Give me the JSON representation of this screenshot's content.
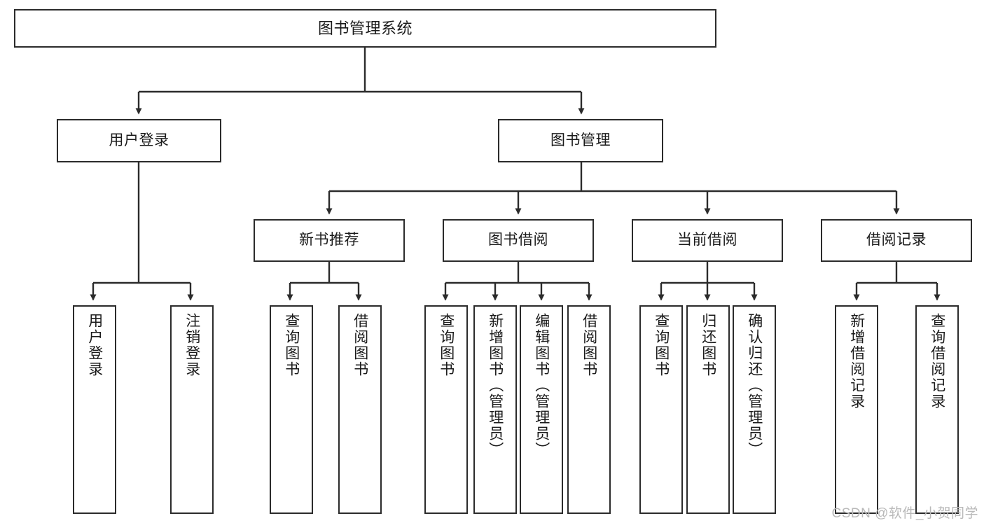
{
  "diagram": {
    "type": "tree-hierarchy",
    "title": "图书管理系统",
    "colors": {
      "border": "#2b2b2b",
      "fill": "#ffffff",
      "text": "#1a1a1a",
      "edge": "#2b2b2b",
      "watermark": "#b9b9b9"
    },
    "nodes": {
      "root": {
        "label": "图书管理系统"
      },
      "level2": [
        {
          "label": "用户登录"
        },
        {
          "label": "图书管理"
        }
      ],
      "level3": [
        {
          "label": "新书推荐"
        },
        {
          "label": "图书借阅"
        },
        {
          "label": "当前借阅"
        },
        {
          "label": "借阅记录"
        }
      ],
      "leaves": {
        "user_login": [
          {
            "label": "用户登录"
          },
          {
            "label": "注销登录"
          }
        ],
        "new_book_recommend": [
          {
            "label": "查询图书"
          },
          {
            "label": "借阅图书"
          }
        ],
        "book_borrow": [
          {
            "label": "查询图书"
          },
          {
            "label": "新增图书（管理员）"
          },
          {
            "label": "编辑图书（管理员）"
          },
          {
            "label": "借阅图书"
          }
        ],
        "current_borrow": [
          {
            "label": "查询图书"
          },
          {
            "label": "归还图书"
          },
          {
            "label": "确认归还（管理员）"
          }
        ],
        "borrow_record": [
          {
            "label": "新增借阅记录"
          },
          {
            "label": "查询借阅记录"
          }
        ]
      }
    }
  },
  "watermark": {
    "text": "CSDN @软件_小贺同学"
  }
}
